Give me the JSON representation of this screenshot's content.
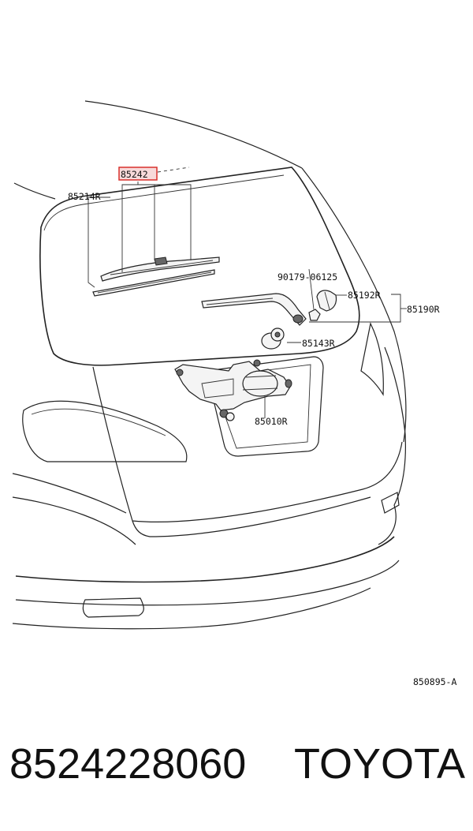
{
  "diagram": {
    "callouts": {
      "c85242": "85242",
      "c85214R": "85214R",
      "c90179": "90179-06125",
      "c85192R": "85192R",
      "c85190R": "85190R",
      "c85143R": "85143R",
      "c85010R": "85010R",
      "ref": "850895-A"
    },
    "highlight_color": "#d9302c"
  },
  "footer": {
    "part_number": "8524228060",
    "brand": "TOYOTA"
  }
}
